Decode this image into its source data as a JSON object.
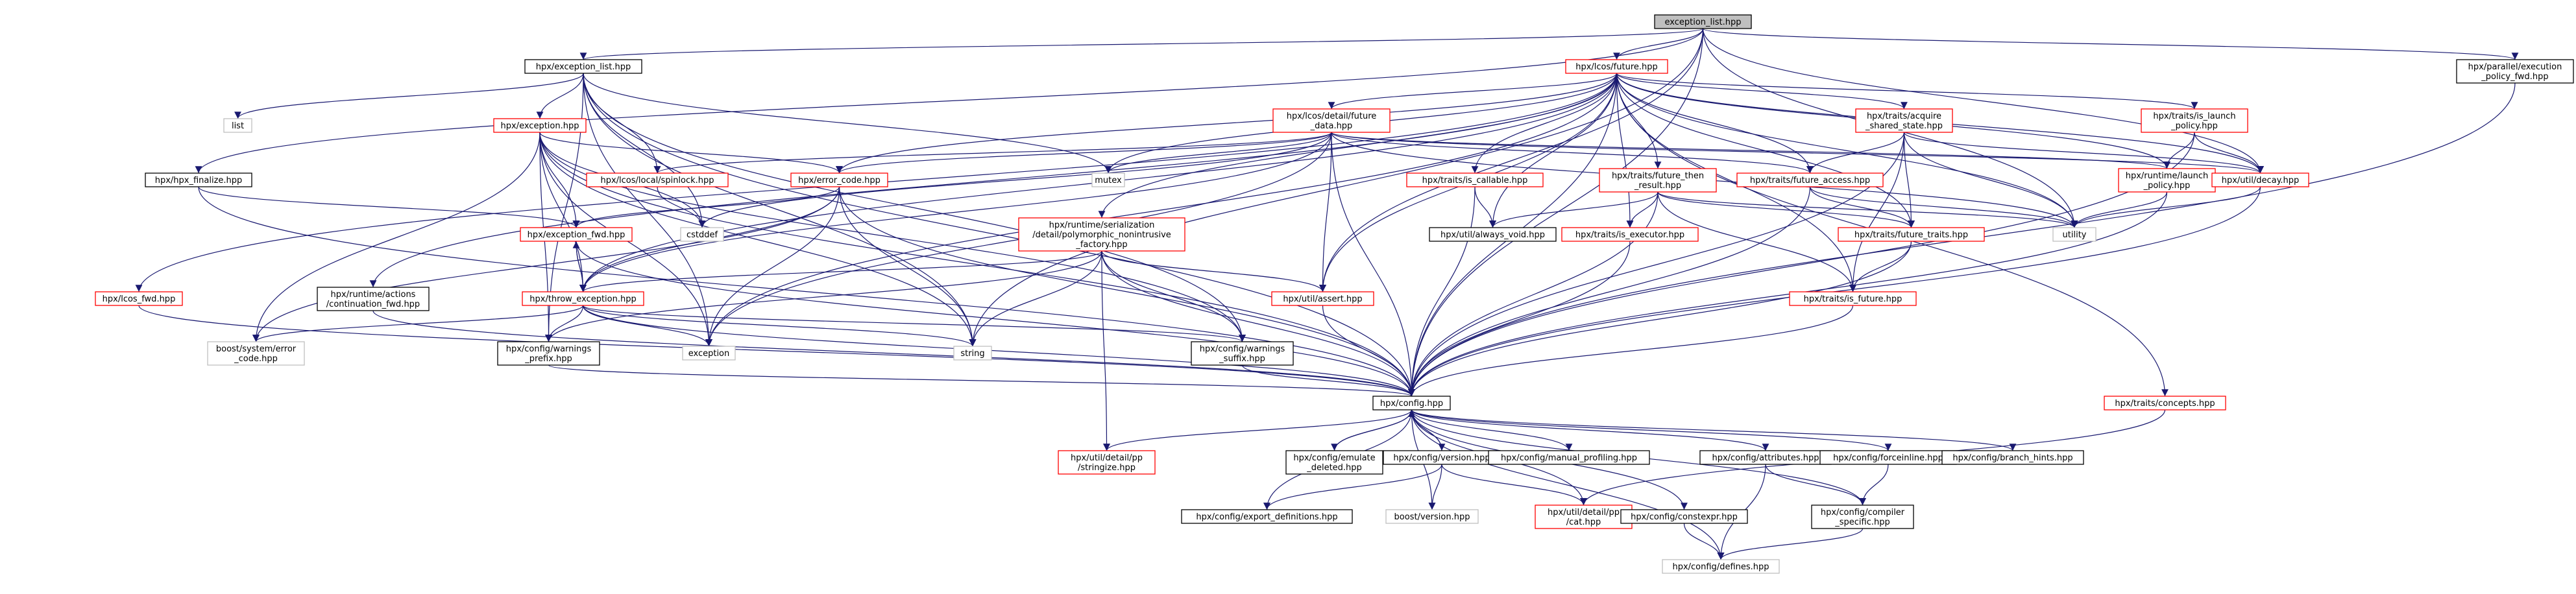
{
  "diagram": {
    "title": "",
    "colors": {
      "edge": "#191970",
      "node_border_default": "#000000",
      "node_border_red": "#ff0000",
      "node_border_gray": "#bfbfbf",
      "root_fill": "#bfbfbf",
      "node_fill": "#ffffff"
    },
    "nodes": [
      {
        "id": "root",
        "lines": [
          "exception_list.hpp"
        ],
        "style": "root"
      },
      {
        "id": "hpx_exception_list",
        "lines": [
          "hpx/exception_list.hpp"
        ],
        "style": "default"
      },
      {
        "id": "lcos_future",
        "lines": [
          "hpx/lcos/future.hpp"
        ],
        "style": "red"
      },
      {
        "id": "parallel_policy_fwd",
        "lines": [
          "hpx/parallel/execution",
          "_policy_fwd.hpp"
        ],
        "style": "default"
      },
      {
        "id": "list",
        "lines": [
          "list"
        ],
        "style": "gray"
      },
      {
        "id": "hpx_exception",
        "lines": [
          "hpx/exception.hpp"
        ],
        "style": "red"
      },
      {
        "id": "hpx_finalize",
        "lines": [
          "hpx/hpx_finalize.hpp"
        ],
        "style": "default"
      },
      {
        "id": "spinlock",
        "lines": [
          "hpx/lcos/local/spinlock.hpp"
        ],
        "style": "red"
      },
      {
        "id": "future_data",
        "lines": [
          "hpx/lcos/detail/future",
          "_data.hpp"
        ],
        "style": "red"
      },
      {
        "id": "mutex",
        "lines": [
          "mutex"
        ],
        "style": "gray"
      },
      {
        "id": "error_code",
        "lines": [
          "hpx/error_code.hpp"
        ],
        "style": "red"
      },
      {
        "id": "is_callable",
        "lines": [
          "hpx/traits/is_callable.hpp"
        ],
        "style": "red"
      },
      {
        "id": "future_then_result",
        "lines": [
          "hpx/traits/future_then",
          "_result.hpp"
        ],
        "style": "red"
      },
      {
        "id": "acquire_shared_state",
        "lines": [
          "hpx/traits/acquire",
          "_shared_state.hpp"
        ],
        "style": "red"
      },
      {
        "id": "future_access",
        "lines": [
          "hpx/traits/future_access.hpp"
        ],
        "style": "red"
      },
      {
        "id": "is_launch_policy",
        "lines": [
          "hpx/traits/is_launch",
          "_policy.hpp"
        ],
        "style": "red"
      },
      {
        "id": "launch_policy",
        "lines": [
          "hpx/runtime/launch",
          "_policy.hpp"
        ],
        "style": "red"
      },
      {
        "id": "decay",
        "lines": [
          "hpx/util/decay.hpp"
        ],
        "style": "red"
      },
      {
        "id": "exception_fwd",
        "lines": [
          "hpx/exception_fwd.hpp"
        ],
        "style": "red"
      },
      {
        "id": "cstddef",
        "lines": [
          "cstddef"
        ],
        "style": "gray"
      },
      {
        "id": "always_void",
        "lines": [
          "hpx/util/always_void.hpp"
        ],
        "style": "default"
      },
      {
        "id": "is_executor",
        "lines": [
          "hpx/traits/is_executor.hpp"
        ],
        "style": "red"
      },
      {
        "id": "future_traits",
        "lines": [
          "hpx/traits/future_traits.hpp"
        ],
        "style": "red"
      },
      {
        "id": "utility",
        "lines": [
          "utility"
        ],
        "style": "gray"
      },
      {
        "id": "polymorphic_factory",
        "lines": [
          "hpx/runtime/serialization",
          "/detail/polymorphic_nonintrusive",
          "_factory.hpp"
        ],
        "style": "red"
      },
      {
        "id": "lcos_fwd",
        "lines": [
          "hpx/lcos_fwd.hpp"
        ],
        "style": "red"
      },
      {
        "id": "continuation_fwd",
        "lines": [
          "hpx/runtime/actions",
          "/continuation_fwd.hpp"
        ],
        "style": "default"
      },
      {
        "id": "throw_exception",
        "lines": [
          "hpx/throw_exception.hpp"
        ],
        "style": "red"
      },
      {
        "id": "util_assert",
        "lines": [
          "hpx/util/assert.hpp"
        ],
        "style": "red"
      },
      {
        "id": "is_future",
        "lines": [
          "hpx/traits/is_future.hpp"
        ],
        "style": "red"
      },
      {
        "id": "boost_system_error_code",
        "lines": [
          "boost/system/error",
          "_code.hpp"
        ],
        "style": "gray"
      },
      {
        "id": "warnings_prefix",
        "lines": [
          "hpx/config/warnings",
          "_prefix.hpp"
        ],
        "style": "default"
      },
      {
        "id": "exception",
        "lines": [
          "exception"
        ],
        "style": "gray"
      },
      {
        "id": "string",
        "lines": [
          "string"
        ],
        "style": "gray"
      },
      {
        "id": "warnings_suffix",
        "lines": [
          "hpx/config/warnings",
          "_suffix.hpp"
        ],
        "style": "default"
      },
      {
        "id": "config",
        "lines": [
          "hpx/config.hpp"
        ],
        "style": "default"
      },
      {
        "id": "concepts",
        "lines": [
          "hpx/traits/concepts.hpp"
        ],
        "style": "red"
      },
      {
        "id": "stringize",
        "lines": [
          "hpx/util/detail/pp",
          "/stringize.hpp"
        ],
        "style": "red"
      },
      {
        "id": "emulate_deleted",
        "lines": [
          "hpx/config/emulate",
          "_deleted.hpp"
        ],
        "style": "default"
      },
      {
        "id": "config_version",
        "lines": [
          "hpx/config/version.hpp"
        ],
        "style": "default"
      },
      {
        "id": "manual_profiling",
        "lines": [
          "hpx/config/manual_profiling.hpp"
        ],
        "style": "default"
      },
      {
        "id": "attributes",
        "lines": [
          "hpx/config/attributes.hpp"
        ],
        "style": "default"
      },
      {
        "id": "forceinline",
        "lines": [
          "hpx/config/forceinline.hpp"
        ],
        "style": "default"
      },
      {
        "id": "branch_hints",
        "lines": [
          "hpx/config/branch_hints.hpp"
        ],
        "style": "default"
      },
      {
        "id": "export_definitions",
        "lines": [
          "hpx/config/export_definitions.hpp"
        ],
        "style": "default"
      },
      {
        "id": "boost_version",
        "lines": [
          "boost/version.hpp"
        ],
        "style": "gray"
      },
      {
        "id": "pp_cat",
        "lines": [
          "hpx/util/detail/pp",
          "/cat.hpp"
        ],
        "style": "red"
      },
      {
        "id": "constexpr",
        "lines": [
          "hpx/config/constexpr.hpp"
        ],
        "style": "default"
      },
      {
        "id": "compiler_specific",
        "lines": [
          "hpx/config/compiler",
          "_specific.hpp"
        ],
        "style": "default"
      },
      {
        "id": "defines",
        "lines": [
          "hpx/config/defines.hpp"
        ],
        "style": "gray"
      }
    ],
    "edges": [
      [
        "root",
        "hpx_exception_list"
      ],
      [
        "root",
        "lcos_future"
      ],
      [
        "root",
        "parallel_policy_fwd"
      ],
      [
        "root",
        "hpx_finalize"
      ],
      [
        "root",
        "config"
      ],
      [
        "root",
        "decay"
      ],
      [
        "root",
        "util_assert"
      ],
      [
        "root",
        "utility"
      ],
      [
        "root",
        "string"
      ],
      [
        "hpx_exception_list",
        "list"
      ],
      [
        "hpx_exception_list",
        "hpx_exception"
      ],
      [
        "hpx_exception_list",
        "spinlock"
      ],
      [
        "hpx_exception_list",
        "mutex"
      ],
      [
        "hpx_exception_list",
        "cstddef"
      ],
      [
        "hpx_exception_list",
        "exception"
      ],
      [
        "hpx_exception_list",
        "string"
      ],
      [
        "hpx_exception_list",
        "warnings_prefix"
      ],
      [
        "hpx_exception_list",
        "warnings_suffix"
      ],
      [
        "hpx_exception_list",
        "config"
      ],
      [
        "lcos_future",
        "future_data"
      ],
      [
        "lcos_future",
        "error_code"
      ],
      [
        "lcos_future",
        "is_callable"
      ],
      [
        "lcos_future",
        "future_then_result"
      ],
      [
        "lcos_future",
        "acquire_shared_state"
      ],
      [
        "lcos_future",
        "future_access"
      ],
      [
        "lcos_future",
        "is_launch_policy"
      ],
      [
        "lcos_future",
        "launch_policy"
      ],
      [
        "lcos_future",
        "decay"
      ],
      [
        "lcos_future",
        "polymorphic_factory"
      ],
      [
        "lcos_future",
        "lcos_fwd"
      ],
      [
        "lcos_future",
        "continuation_fwd"
      ],
      [
        "lcos_future",
        "throw_exception"
      ],
      [
        "lcos_future",
        "util_assert"
      ],
      [
        "lcos_future",
        "always_void"
      ],
      [
        "lcos_future",
        "is_executor"
      ],
      [
        "lcos_future",
        "future_traits"
      ],
      [
        "lcos_future",
        "is_future"
      ],
      [
        "lcos_future",
        "exception"
      ],
      [
        "lcos_future",
        "mutex"
      ],
      [
        "lcos_future",
        "utility"
      ],
      [
        "lcos_future",
        "config"
      ],
      [
        "lcos_future",
        "concepts"
      ],
      [
        "parallel_policy_fwd",
        "config"
      ],
      [
        "hpx_exception",
        "error_code"
      ],
      [
        "hpx_exception",
        "exception_fwd"
      ],
      [
        "hpx_exception",
        "throw_exception"
      ],
      [
        "hpx_exception",
        "boost_system_error_code"
      ],
      [
        "hpx_exception",
        "warnings_prefix"
      ],
      [
        "hpx_exception",
        "exception"
      ],
      [
        "hpx_exception",
        "string"
      ],
      [
        "hpx_exception",
        "cstddef"
      ],
      [
        "hpx_exception",
        "warnings_suffix"
      ],
      [
        "hpx_exception",
        "config"
      ],
      [
        "hpx_finalize",
        "exception_fwd"
      ],
      [
        "hpx_finalize",
        "config"
      ],
      [
        "spinlock",
        "cstddef"
      ],
      [
        "future_data",
        "spinlock"
      ],
      [
        "future_data",
        "mutex"
      ],
      [
        "future_data",
        "error_code"
      ],
      [
        "future_data",
        "throw_exception"
      ],
      [
        "future_data",
        "launch_policy"
      ],
      [
        "future_data",
        "decay"
      ],
      [
        "future_data",
        "future_access"
      ],
      [
        "future_data",
        "util_assert"
      ],
      [
        "future_data",
        "cstddef"
      ],
      [
        "future_data",
        "exception"
      ],
      [
        "future_data",
        "utility"
      ],
      [
        "future_data",
        "config"
      ],
      [
        "error_code",
        "exception_fwd"
      ],
      [
        "error_code",
        "throw_exception"
      ],
      [
        "error_code",
        "boost_system_error_code"
      ],
      [
        "error_code",
        "exception"
      ],
      [
        "error_code",
        "string"
      ],
      [
        "error_code",
        "config"
      ],
      [
        "is_callable",
        "always_void"
      ],
      [
        "is_callable",
        "config"
      ],
      [
        "future_then_result",
        "is_executor"
      ],
      [
        "future_then_result",
        "future_traits"
      ],
      [
        "future_then_result",
        "is_future"
      ],
      [
        "future_then_result",
        "always_void"
      ],
      [
        "future_then_result",
        "utility"
      ],
      [
        "future_then_result",
        "config"
      ],
      [
        "acquire_shared_state",
        "future_access"
      ],
      [
        "acquire_shared_state",
        "future_traits"
      ],
      [
        "acquire_shared_state",
        "is_future"
      ],
      [
        "acquire_shared_state",
        "decay"
      ],
      [
        "acquire_shared_state",
        "utility"
      ],
      [
        "acquire_shared_state",
        "config"
      ],
      [
        "future_access",
        "future_traits"
      ],
      [
        "future_access",
        "utility"
      ],
      [
        "future_access",
        "config"
      ],
      [
        "is_launch_policy",
        "launch_policy"
      ],
      [
        "is_launch_policy",
        "decay"
      ],
      [
        "is_launch_policy",
        "config"
      ],
      [
        "launch_policy",
        "utility"
      ],
      [
        "launch_policy",
        "config"
      ],
      [
        "decay",
        "utility"
      ],
      [
        "decay",
        "config"
      ],
      [
        "exception_fwd",
        "throw_exception"
      ],
      [
        "exception_fwd",
        "config"
      ],
      [
        "is_executor",
        "config"
      ],
      [
        "future_traits",
        "is_future"
      ],
      [
        "future_traits",
        "config"
      ],
      [
        "polymorphic_factory",
        "throw_exception"
      ],
      [
        "polymorphic_factory",
        "util_assert"
      ],
      [
        "polymorphic_factory",
        "stringize"
      ],
      [
        "polymorphic_factory",
        "string"
      ],
      [
        "polymorphic_factory",
        "warnings_prefix"
      ],
      [
        "polymorphic_factory",
        "warnings_suffix"
      ],
      [
        "polymorphic_factory",
        "config"
      ],
      [
        "lcos_fwd",
        "config"
      ],
      [
        "continuation_fwd",
        "config"
      ],
      [
        "throw_exception",
        "exception_fwd"
      ],
      [
        "throw_exception",
        "boost_system_error_code"
      ],
      [
        "throw_exception",
        "warnings_prefix"
      ],
      [
        "throw_exception",
        "exception"
      ],
      [
        "throw_exception",
        "string"
      ],
      [
        "throw_exception",
        "warnings_suffix"
      ],
      [
        "throw_exception",
        "config"
      ],
      [
        "util_assert",
        "config"
      ],
      [
        "is_future",
        "config"
      ],
      [
        "warnings_prefix",
        "config"
      ],
      [
        "warnings_suffix",
        "config"
      ],
      [
        "concepts",
        "pp_cat"
      ],
      [
        "config",
        "stringize"
      ],
      [
        "config",
        "emulate_deleted"
      ],
      [
        "config",
        "config_version"
      ],
      [
        "config",
        "manual_profiling"
      ],
      [
        "config",
        "attributes"
      ],
      [
        "config",
        "forceinline"
      ],
      [
        "config",
        "branch_hints"
      ],
      [
        "config",
        "export_definitions"
      ],
      [
        "config",
        "boost_version"
      ],
      [
        "config",
        "pp_cat"
      ],
      [
        "config",
        "constexpr"
      ],
      [
        "config",
        "compiler_specific"
      ],
      [
        "config",
        "defines"
      ],
      [
        "emulate_deleted",
        "config"
      ],
      [
        "config_version",
        "config"
      ],
      [
        "config_version",
        "export_definitions"
      ],
      [
        "config_version",
        "boost_version"
      ],
      [
        "config_version",
        "pp_cat"
      ],
      [
        "attributes",
        "compiler_specific"
      ],
      [
        "attributes",
        "defines"
      ],
      [
        "forceinline",
        "compiler_specific"
      ],
      [
        "constexpr",
        "defines"
      ],
      [
        "compiler_specific",
        "defines"
      ]
    ]
  }
}
